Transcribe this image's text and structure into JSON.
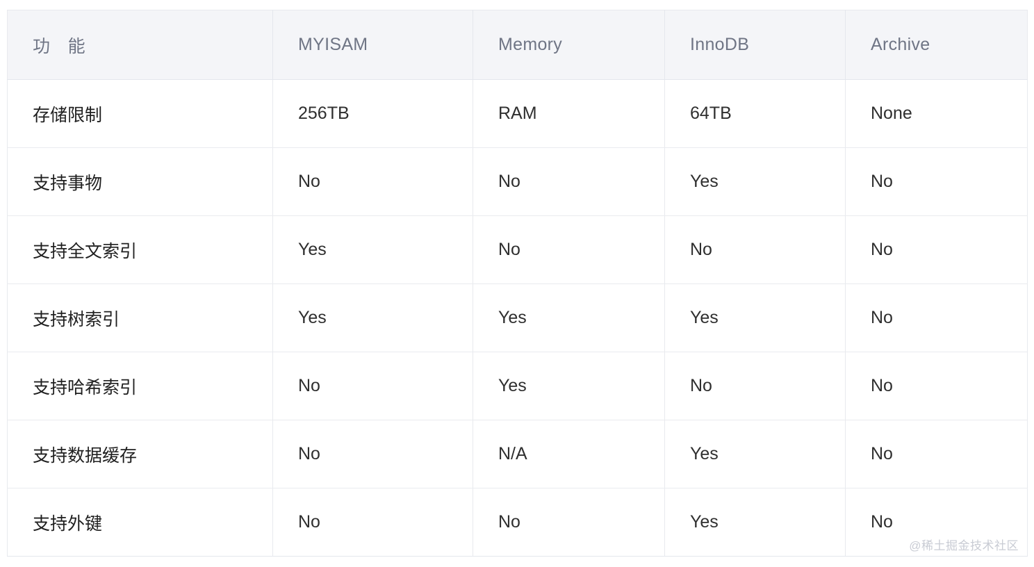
{
  "table": {
    "columns": [
      {
        "key": "feature",
        "label": "功　能"
      },
      {
        "key": "myisam",
        "label": "MYISAM"
      },
      {
        "key": "memory",
        "label": "Memory"
      },
      {
        "key": "innodb",
        "label": "InnoDB"
      },
      {
        "key": "archive",
        "label": "Archive"
      }
    ],
    "rows": [
      {
        "feature": "存储限制",
        "myisam": "256TB",
        "memory": "RAM",
        "innodb": "64TB",
        "archive": "None"
      },
      {
        "feature": "支持事物",
        "myisam": "No",
        "memory": "No",
        "innodb": "Yes",
        "archive": "No"
      },
      {
        "feature": "支持全文索引",
        "myisam": "Yes",
        "memory": "No",
        "innodb": "No",
        "archive": "No"
      },
      {
        "feature": "支持树索引",
        "myisam": "Yes",
        "memory": "Yes",
        "innodb": "Yes",
        "archive": "No"
      },
      {
        "feature": "支持哈希索引",
        "myisam": "No",
        "memory": "Yes",
        "innodb": "No",
        "archive": "No"
      },
      {
        "feature": "支持数据缓存",
        "myisam": "No",
        "memory": "N/A",
        "innodb": "Yes",
        "archive": "No"
      },
      {
        "feature": "支持外键",
        "myisam": "No",
        "memory": "No",
        "innodb": "Yes",
        "archive": "No"
      }
    ]
  },
  "watermark": {
    "text": "@稀土掘金技术社区"
  },
  "colors": {
    "header_background": "#f4f5f8",
    "header_text": "#6f7585",
    "body_text": "#2f2f2f",
    "border": "#e8eaee",
    "watermark_text": "#c9ccd4",
    "page_background": "#ffffff"
  }
}
